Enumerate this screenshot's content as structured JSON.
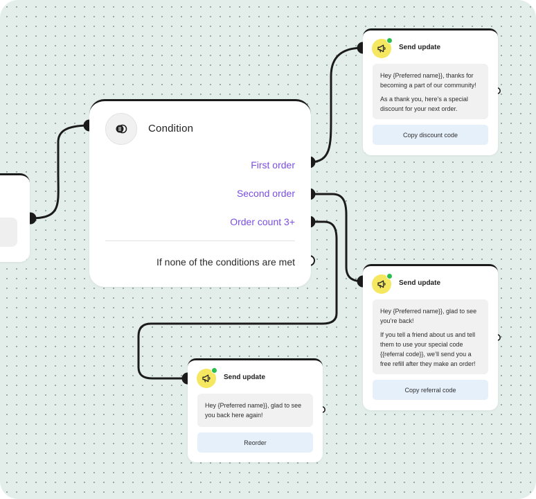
{
  "colors": {
    "canvas_bg": "#e3eeea",
    "option_text": "#7a4ee0",
    "update_icon_bg": "#f6e761",
    "online_dot": "#2bbd4e",
    "button_bg": "#e6f0fb",
    "wire": "#1b1b1b"
  },
  "condition": {
    "icon": "toggle-condition-icon",
    "title": "Condition",
    "options": [
      "First order",
      "Second order",
      "Order count 3+"
    ],
    "fallback": "If none of the conditions are met"
  },
  "updates": [
    {
      "icon": "megaphone-icon",
      "title": "Send update",
      "messages": [
        "Hey {Preferred name}}, thanks for becoming a part of our community!",
        "As a thank you, here’s a special discount for your next order."
      ],
      "button": "Copy discount code"
    },
    {
      "icon": "megaphone-icon",
      "title": "Send update",
      "messages": [
        "Hey {Preferred name}}, glad to see you’re back!",
        "If you tell a friend about us and tell them to use your special code {{referral code}}, we’ll send you a free refill after they make an order!"
      ],
      "button": "Copy referral code"
    },
    {
      "icon": "megaphone-icon",
      "title": "Send update",
      "messages": [
        "Hey {Preferred name}}, glad to see you back here again!"
      ],
      "button": "Reorder"
    }
  ]
}
